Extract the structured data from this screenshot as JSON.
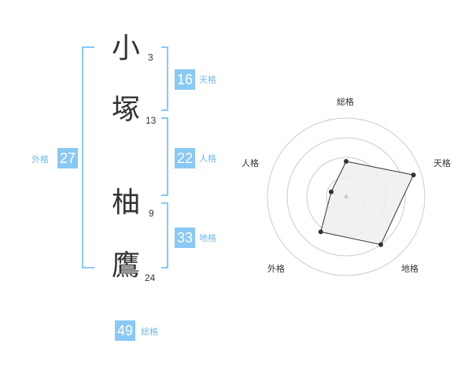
{
  "colors": {
    "accent": "#89c9f3",
    "accent_text": "#6fb9ea",
    "text": "#333333",
    "radar_fill": "#eeeeee",
    "radar_grid": "#cccccc"
  },
  "name_chars": [
    {
      "char": "小",
      "strokes": "3"
    },
    {
      "char": "塚",
      "strokes": "13"
    },
    {
      "char": "柚",
      "strokes": "9"
    },
    {
      "char": "鷹",
      "strokes": "24"
    }
  ],
  "kakusu": {
    "tenkaku": {
      "value": "16",
      "label": "天格"
    },
    "jinkaku": {
      "value": "22",
      "label": "人格"
    },
    "chikaku": {
      "value": "33",
      "label": "地格"
    },
    "gaikaku": {
      "value": "27",
      "label": "外格"
    },
    "soukaku": {
      "value": "49",
      "label": "総格"
    }
  },
  "chart_data": {
    "type": "radar",
    "axes": [
      "総格",
      "天格",
      "地格",
      "外格",
      "人格"
    ],
    "values": [
      0.45,
      0.9,
      0.75,
      0.55,
      0.2
    ],
    "rings": 4,
    "grid": true
  }
}
